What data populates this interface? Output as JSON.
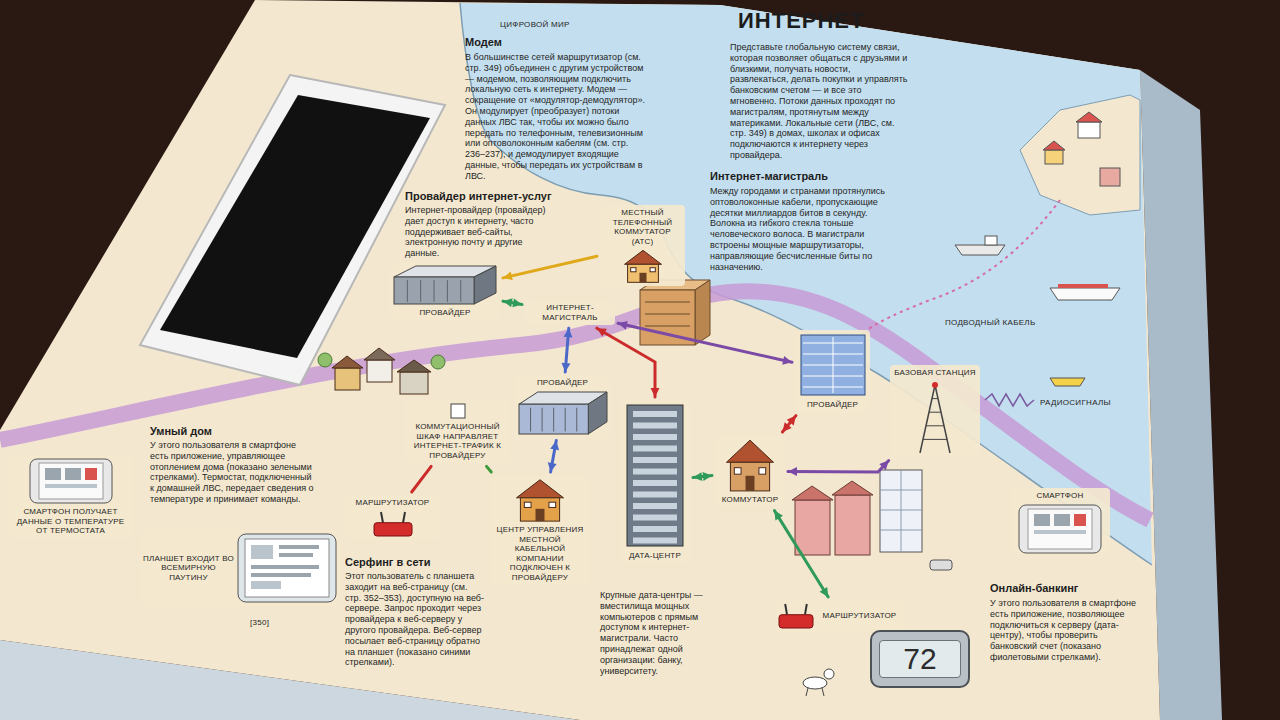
{
  "diagram": {
    "title": "ИНТЕРНЕТ",
    "nodes": [
      {
        "text": [
          "МЕСТНЫЙ ТЕЛЕФОННЫЙ КОММУТАТОР (АТС)"
        ]
      },
      {
        "text": [
          "ПРОВАЙДЕР"
        ]
      },
      {
        "text": [
          "ИНТЕРНЕТ-МАГИСТРАЛЬ"
        ]
      },
      {
        "text": [
          "ПРОВАЙДЕР"
        ]
      },
      {
        "text": [
          "КОММУТАЦИОННЫЙ ШКАФ НАПРАВЛЯЕТ ИНТЕРНЕТ-ТРАФИК К ПРОВАЙДЕРУ"
        ]
      },
      {
        "text": [
          "ЦЕНТР УПРАВЛЕНИЯ МЕСТНОЙ КАБЕЛЬНОЙ КОМПАНИИ ПОДКЛЮЧЕН К ПРОВАЙДЕРУ"
        ]
      },
      {
        "text": [
          "МАРШРУТИЗАТОР"
        ]
      },
      {
        "text": [
          "ПЛАНШЕТ ВХОДИТ ВО ВСЕМИРНУЮ ПАУТИНУ"
        ]
      },
      {
        "text": [
          "СМАРТФОН ПОЛУЧАЕТ ДАННЫЕ О ТЕМПЕРАТУРЕ ОТ ТЕРМОСТАТА"
        ]
      },
      {
        "text": [
          "ДАТА-ЦЕНТР"
        ]
      },
      {
        "text": [
          "КОММУТАТОР"
        ]
      },
      {
        "text": [
          "ПРОВАЙДЕР"
        ]
      },
      {
        "text": [
          "БАЗОВАЯ СТАНЦИЯ"
        ]
      },
      {
        "text": [
          "СМАРТФОН"
        ]
      },
      {
        "text": [
          "МАРШРУТИЗАТОР"
        ]
      },
      {
        "text": [
          "72"
        ]
      }
    ],
    "edges": [
      {
        "from": 0,
        "to": 1,
        "arrow": "to"
      },
      {
        "from": 1,
        "to": 2,
        "arrow": "both"
      },
      {
        "from": 3,
        "to": 2,
        "arrow": "both"
      },
      {
        "from": 5,
        "to": 3,
        "arrow": "both"
      },
      {
        "from": 4,
        "to": 5,
        "arrow": "none"
      },
      {
        "from": 6,
        "to": 4,
        "arrow": "none"
      },
      {
        "from": 9,
        "to": 2,
        "arrow": "both"
      },
      {
        "from": 10,
        "to": 9,
        "arrow": "both"
      },
      {
        "from": 10,
        "to": 11,
        "arrow": "both"
      },
      {
        "from": 11,
        "to": 2,
        "arrow": "both"
      },
      {
        "from": 12,
        "to": 10,
        "arrow": "both"
      },
      {
        "from": 14,
        "to": 10,
        "arrow": "both"
      }
    ],
    "labels": [
      "ЦИФРОВОЙ МИР",
      "Модем",
      "В большинстве сетей маршрутизатор (см. стр. 349) объединен с другим устройством — модемом, позволяющим подключить локальную сеть к интернету. Модем — сокращение от «модулятор-демодулятор». Он модулирует (преобразует) потоки данных ЛВС так, чтобы их можно было передать по телефонным, телевизионным или оптоволоконным кабелям (см. стр. 236–237), и демодулирует входящие данные, чтобы передать их устройствам в ЛВС.",
      "Провайдер интернет-услуг",
      "Интернет-провайдер (провайдер) дает доступ к интернету, часто поддерживает веб-сайты, электронную почту и другие данные.",
      "Умный дом",
      "У этого пользователя в смартфоне есть приложение, управляющее отоплением дома (показано зелеными стрелками). Термостат, подключенный к домашней ЛВС, передает сведения о температуре и принимает команды.",
      "Серфинг в сети",
      "Этот пользователь с планшета заходит на веб-страницу (см. стр. 352–353), доступную на веб-сервере. Запрос проходит через провайдера к веб-серверу у другого провайдера. Веб-сервер посылает веб-страницу обратно на планшет (показано синими стрелками).",
      "[350]",
      "Представьте глобальную систему связи, которая позволяет общаться с друзьями и близкими, получать новости, развлекаться, делать покупки и управлять банковским счетом — и все это мгновенно. Потоки данных проходят по магистралям, протянутым между материками. Локальные сети (ЛВС, см. стр. 349) в домах, школах и офисах подключаются к интернету через провайдера.",
      "Интернет-магистраль",
      "Между городами и странами протянулись оптоволоконные кабели, пропускающие десятки миллиардов битов в секунду. Волокна из гибкого стекла тоньше человеческого волоса. В магистрали встроены мощные маршрутизаторы, направляющие бесчисленные биты по назначению.",
      "ПОДВОДНЫЙ КАБЕЛЬ",
      "РАДИОСИГНАЛЫ",
      "Онлайн-банкинг",
      "У этого пользователя в смартфоне есть приложение, позволяющее подключиться к серверу (дата-центру), чтобы проверить банковский счет (показано фиолетовыми стрелками).",
      "Крупные дата-центры — вместилища мощных компьютеров с прямым доступом к интернет-магистрали. Часто принадлежат одной организации: банку, университету."
    ]
  }
}
